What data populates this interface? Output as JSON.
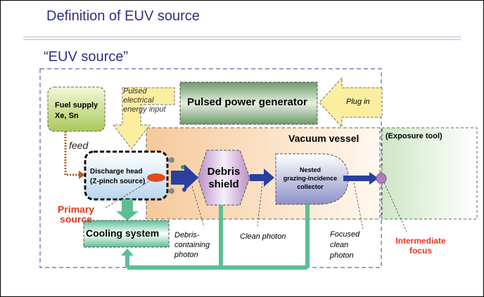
{
  "header": {
    "title": "Definition of EUV source",
    "subtitle": "“EUV source”"
  },
  "diagram": {
    "fuel_supply": {
      "line1": "Fuel supply",
      "line2": "Xe, Sn"
    },
    "pulsed_input": {
      "line1": "Pulsed",
      "line2": "electrical",
      "line3": "energy input"
    },
    "pulsed_power_generator": "Pulsed power generator",
    "plug_in": "Plug in",
    "feed": "feed",
    "vacuum_vessel": "Vacuum vessel",
    "exposure_tool": "(Exposure tool)",
    "discharge_head": {
      "line1": "Discharge head",
      "line2": "(Z-pinch source)"
    },
    "debris_shield": {
      "line1": "Debris",
      "line2": "shield"
    },
    "collector": {
      "line1": "Nested",
      "line2": "grazing-incidence",
      "line3": "collector"
    },
    "primary_source": {
      "line1": "Primary",
      "line2": "source"
    },
    "cooling_system": "Cooling system",
    "debris_photon": {
      "line1": "Debris-",
      "line2": "containing",
      "line3": "photon"
    },
    "clean_photon": "Clean photon",
    "focused_photon": {
      "line1": "Focused",
      "line2": "clean",
      "line3": "photon"
    },
    "intermediate_focus": {
      "line1": "Intermediate",
      "line2": "focus"
    }
  },
  "colors": {
    "title": "#2e2f8a",
    "accent_red": "#e03a22",
    "cooling_green": "#5bbf94",
    "arrow_blue": "#2a3f9e"
  }
}
